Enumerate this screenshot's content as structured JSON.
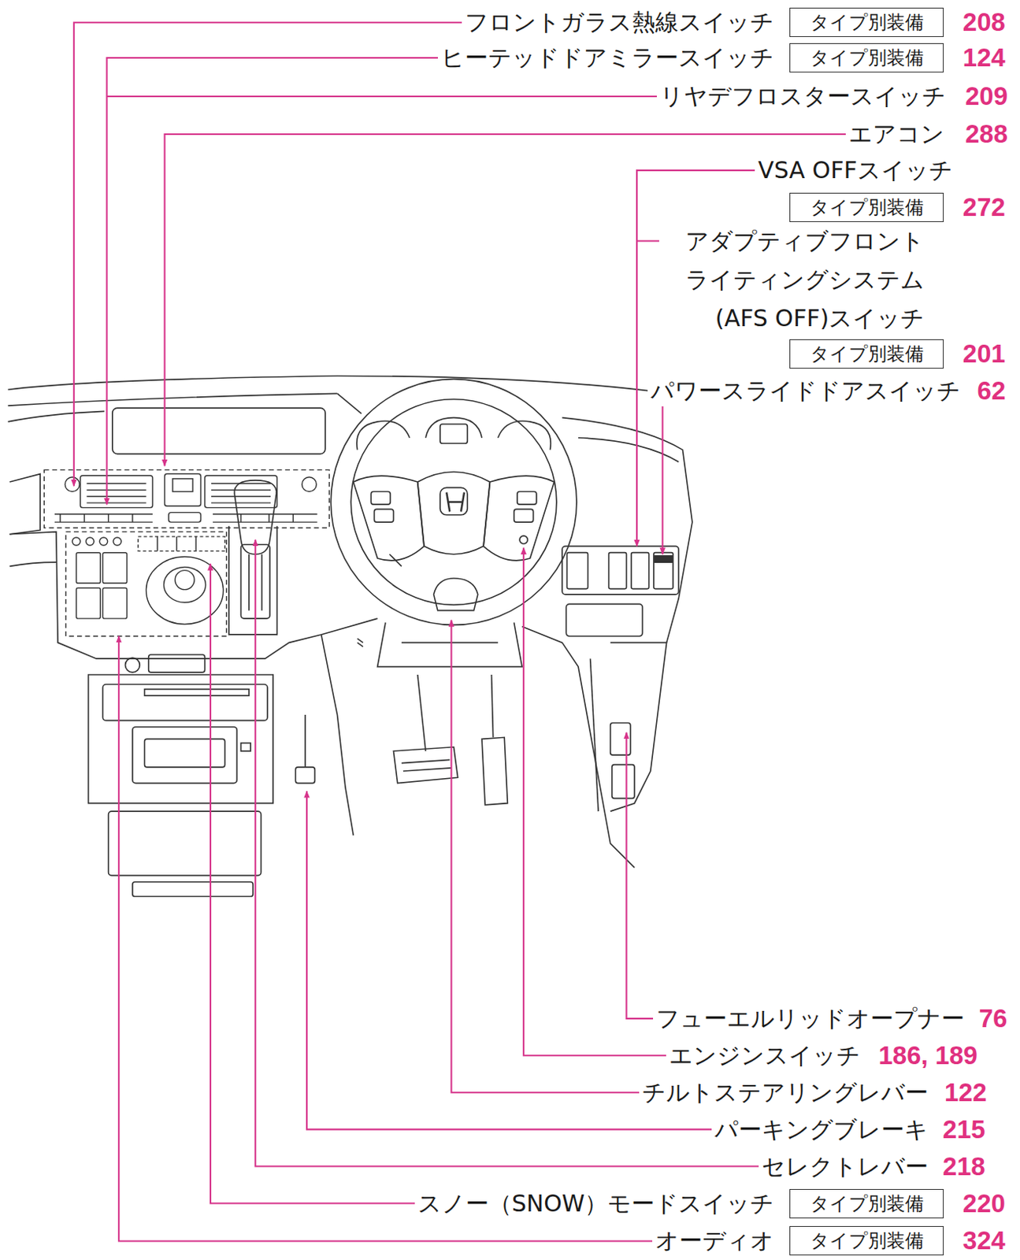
{
  "diagram": {
    "nodes": [
      {
        "text": [
          "タイプ別装備"
        ]
      },
      {
        "text": [
          "タイプ別装備"
        ]
      },
      {
        "text": [
          "タイプ別装備"
        ]
      },
      {
        "text": [
          "タイプ別装備"
        ]
      },
      {
        "text": [
          "タイプ別装備"
        ]
      },
      {
        "text": [
          "タイプ別装備"
        ]
      }
    ],
    "labels": [
      "フロントガラス熱線スイッチ",
      "208",
      "ヒーテッドドアミラースイッチ",
      "124",
      "リヤデフロスタースイッチ",
      "209",
      "エアコン",
      "288",
      "VSA OFFスイッチ",
      "272",
      "アダプティブフロント ライティングシステム (AFS OFF)スイッチ",
      "201",
      "パワースライドドアスイッチ",
      "62",
      "フューエルリッドオープナー",
      "76",
      "エンジンスイッチ",
      "186, 189",
      "チルトステアリングレバー",
      "122",
      "パーキングブレーキ",
      "215",
      "セレクトレバー",
      "218",
      "スノー（SNOW）モードスイッチ",
      "220",
      "オーディオ",
      "324"
    ]
  }
}
